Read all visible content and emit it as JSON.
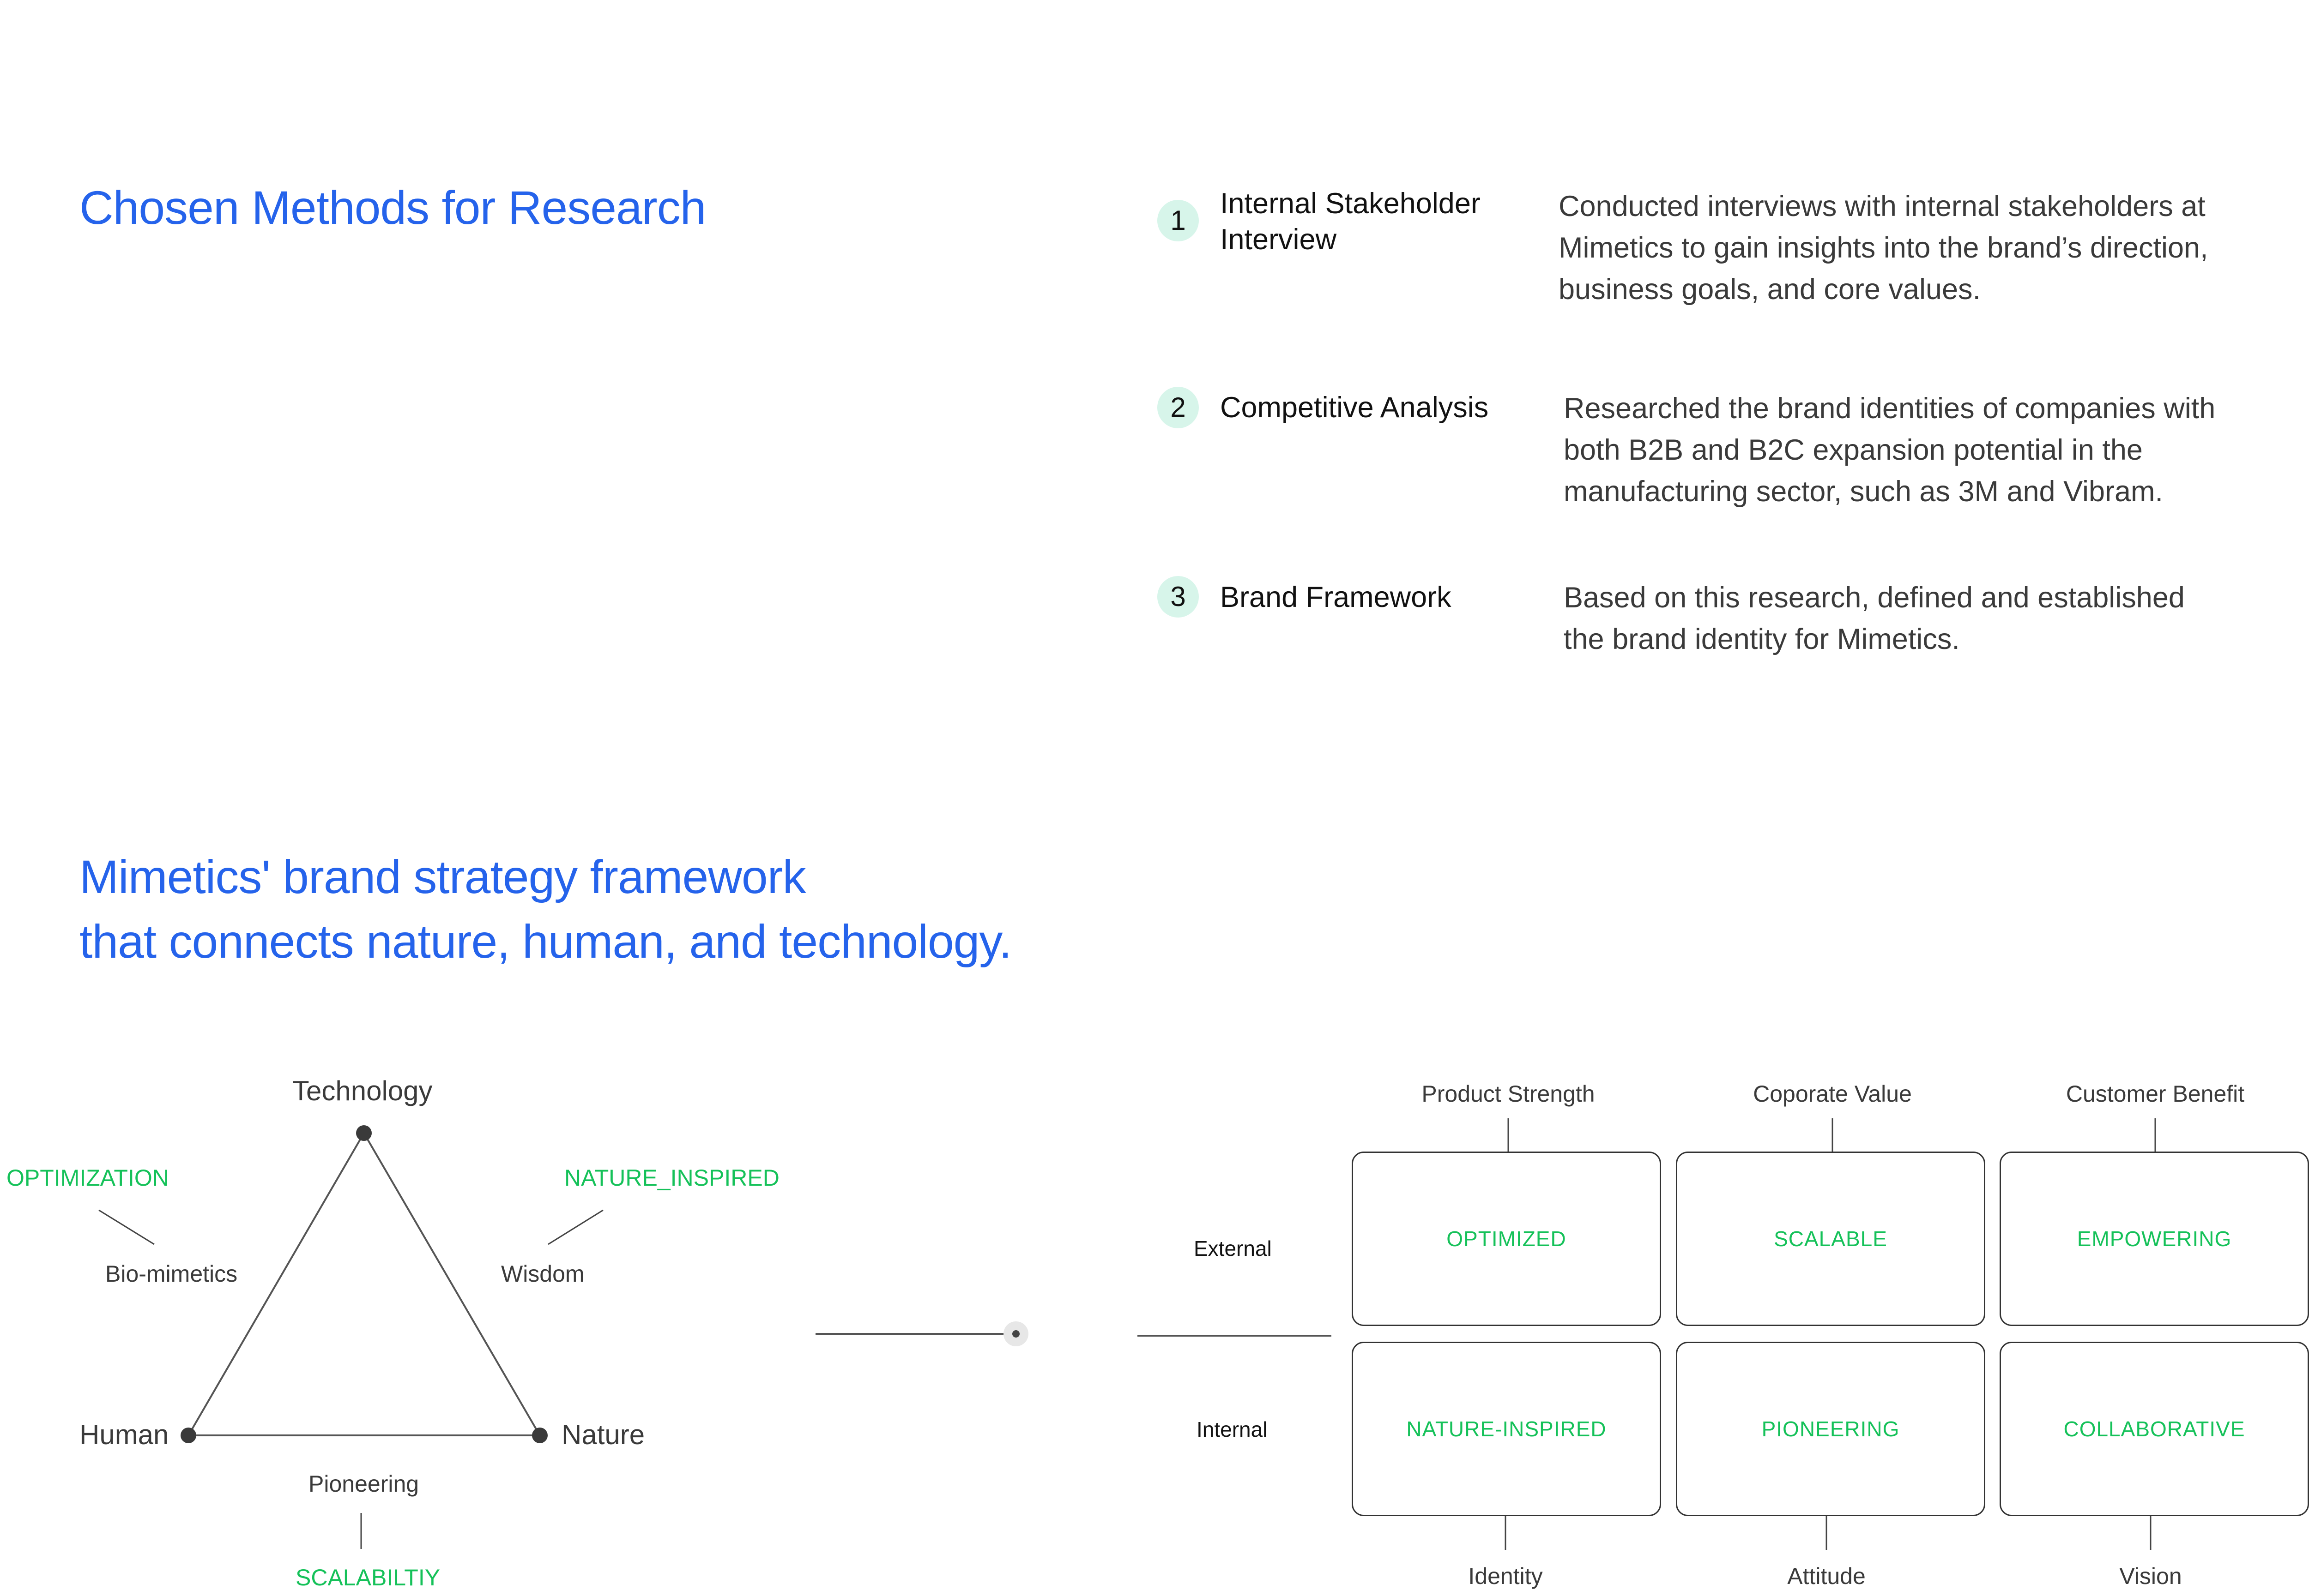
{
  "methods": {
    "heading": "Chosen Methods for Research",
    "items": [
      {
        "number": "1",
        "title": "Internal Stakeholder\nInterview",
        "description": "Conducted interviews with internal stakeholders at\nMimetics to gain insights into the brand’s direction,\nbusiness goals, and core values."
      },
      {
        "number": "2",
        "title": "Competitive Analysis",
        "description": "Researched the brand identities of companies with\nboth B2B and B2C expansion potential in the\nmanufacturing sector, such as 3M and Vibram."
      },
      {
        "number": "3",
        "title": "Brand Framework",
        "description": "Based on this research, defined and established\nthe brand identity for Mimetics."
      }
    ]
  },
  "framework": {
    "heading_line1": "Mimetics' brand strategy framework",
    "heading_line2": "that connects nature, human, and technology."
  },
  "triangle": {
    "vertices": {
      "top": "Technology",
      "left": "Human",
      "right": "Nature"
    },
    "edges": {
      "left": "Bio-mimetics",
      "right": "Wisdom",
      "bottom": "Pioneering"
    },
    "tags": {
      "left": "OPTIMIZATION",
      "right": "NATURE_INSPIRED",
      "bottom": "SCALABILTIY"
    }
  },
  "matrix": {
    "columns": [
      "Product Strength",
      "Coporate Value",
      "Customer Benefit"
    ],
    "bottom_labels": [
      "Identity",
      "Attitude",
      "Vision"
    ],
    "rows": [
      {
        "label": "External",
        "cells": [
          "OPTIMIZED",
          "SCALABLE",
          "EMPOWERING"
        ]
      },
      {
        "label": "Internal",
        "cells": [
          "NATURE-INSPIRED",
          "PIONEERING",
          "COLLABORATIVE"
        ]
      }
    ]
  },
  "colors": {
    "accent": "#2563eb",
    "highlight": "#15c159",
    "badge": "#d7f5ea"
  }
}
